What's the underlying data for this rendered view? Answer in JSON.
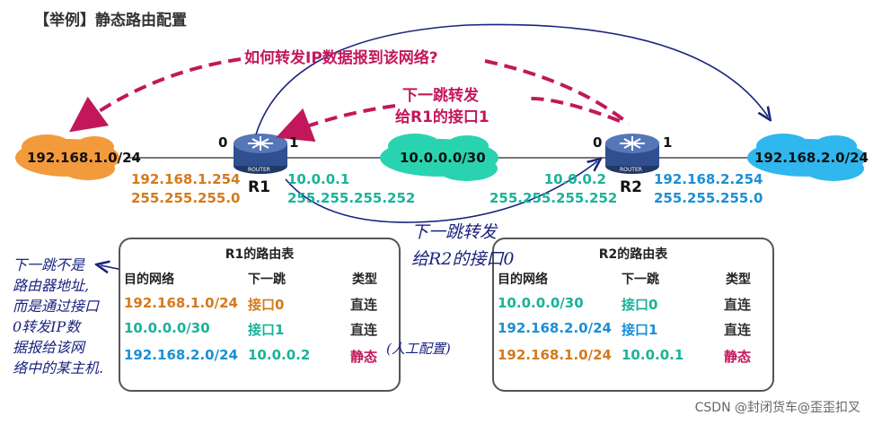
{
  "title": "【举例】静态路由配置",
  "callouts": {
    "question": "如何转发IP数据报到该网络?",
    "hop1_line1": "下一跳转发",
    "hop1_line2": "给R1的接口1"
  },
  "networks": {
    "left": "192.168.1.0/24",
    "middle": "10.0.0.0/30",
    "right": "192.168.2.0/24"
  },
  "routers": {
    "r1": {
      "name": "R1",
      "if0": "0",
      "if1": "1",
      "if0_ip": "192.168.1.254",
      "if0_mask": "255.255.255.0",
      "if1_ip": "10.0.0.1",
      "if1_mask": "255.255.255.252",
      "icon_label": "ROUTER"
    },
    "r2": {
      "name": "R2",
      "if0": "0",
      "if1": "1",
      "if0_ip": "10.0.0.2",
      "if0_mask": "255.255.255.252",
      "if1_ip": "192.168.2.254",
      "if1_mask": "255.255.255.0",
      "icon_label": "ROUTER"
    }
  },
  "r1_table": {
    "title": "R1的路由表",
    "headers": [
      "目的网络",
      "下一跳",
      "类型"
    ],
    "rows": [
      {
        "dest": "192.168.1.0/24",
        "hop": "接口0",
        "type": "直连"
      },
      {
        "dest": "10.0.0.0/30",
        "hop": "接口1",
        "type": "直连"
      },
      {
        "dest": "192.168.2.0/24",
        "hop": "10.0.0.2",
        "type": "静态"
      }
    ]
  },
  "r2_table": {
    "title": "R2的路由表",
    "headers": [
      "目的网络",
      "下一跳",
      "类型"
    ],
    "rows": [
      {
        "dest": "10.0.0.0/30",
        "hop": "接口0",
        "type": "直连"
      },
      {
        "dest": "192.168.2.0/24",
        "hop": "接口1",
        "type": "直连"
      },
      {
        "dest": "192.168.1.0/24",
        "hop": "10.0.0.1",
        "type": "静态"
      }
    ]
  },
  "handwriting": {
    "left": [
      "下一跳不是",
      "路由器地址,",
      "而是通过接口",
      "0转发IP数",
      "据报给该网",
      "络中的某主机."
    ],
    "middle_line1": "下一跳转发",
    "middle_line2": "给R2的接口0",
    "manual": "(人工配置)"
  },
  "watermark": "CSDN @封闭货车@歪歪扣叉",
  "colors": {
    "orange": "#d47a1b",
    "green": "#19b39a",
    "blue": "#1a8fd6",
    "callout": "#c2185b",
    "cloud_orange": "#f39a3c",
    "cloud_green": "#2ad3b0",
    "cloud_blue": "#2fb7ee",
    "router": "#2f4f8f",
    "pen": "#1a237e"
  }
}
